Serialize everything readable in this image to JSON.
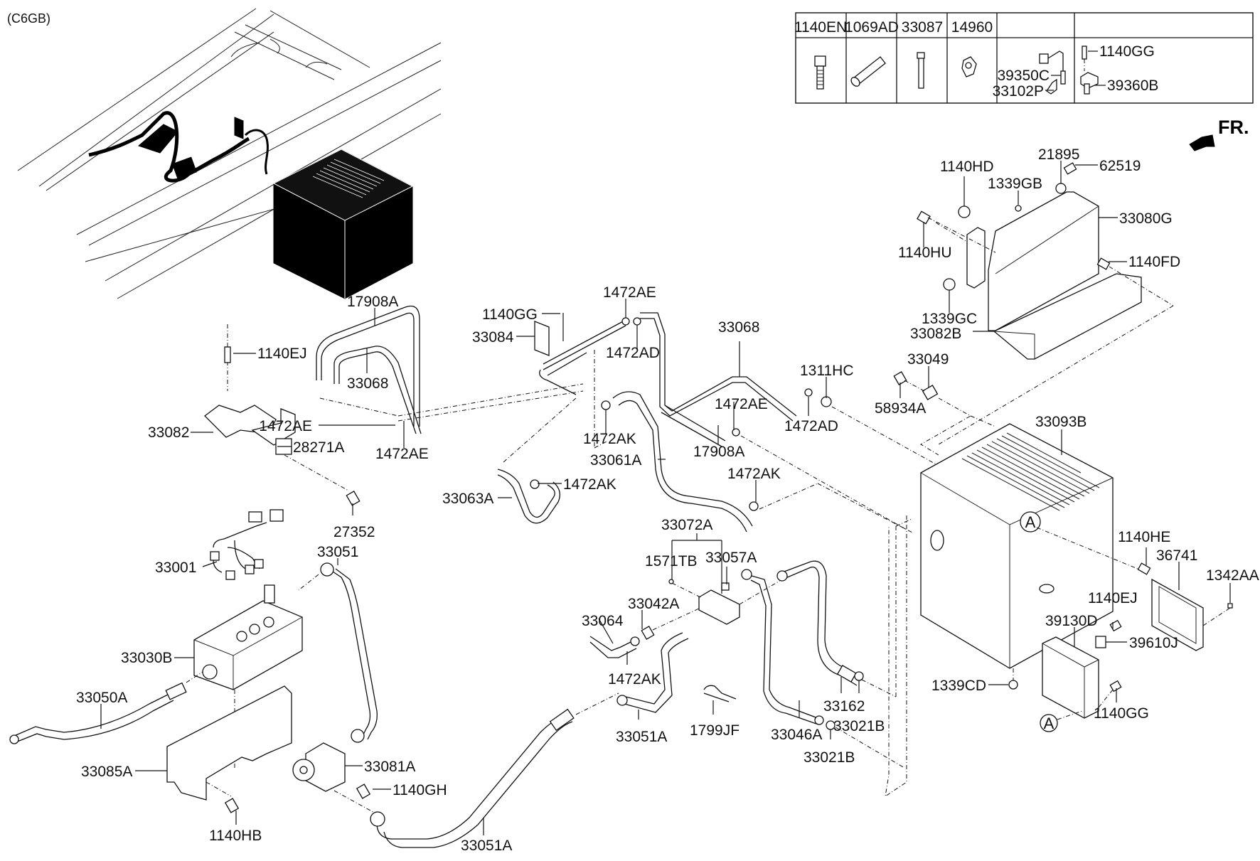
{
  "diagram": {
    "variant_label": "(C6GB)",
    "direction_label": "FR.",
    "callout_letter": "A",
    "legend_table": {
      "headers": [
        "1140EN",
        "1069AD",
        "33087",
        "14960",
        "",
        ""
      ],
      "cell5_labels": [
        "39350C",
        "33102P"
      ],
      "cell6_labels": [
        "1140GG",
        "39360B"
      ]
    },
    "part_labels": [
      {
        "id": "p17908A_top",
        "text": "17908A"
      },
      {
        "id": "p1140EJ_left",
        "text": "1140EJ"
      },
      {
        "id": "p33068_left",
        "text": "33068"
      },
      {
        "id": "p33082",
        "text": "33082"
      },
      {
        "id": "p1472AE_a",
        "text": "1472AE"
      },
      {
        "id": "p28271A",
        "text": "28271A"
      },
      {
        "id": "p1472AE_b",
        "text": "1472AE"
      },
      {
        "id": "p27352",
        "text": "27352"
      },
      {
        "id": "p33001",
        "text": "33001"
      },
      {
        "id": "p33051",
        "text": "33051"
      },
      {
        "id": "p33030B",
        "text": "33030B"
      },
      {
        "id": "p33050A",
        "text": "33050A"
      },
      {
        "id": "p33085A",
        "text": "33085A"
      },
      {
        "id": "p1140HB",
        "text": "1140HB"
      },
      {
        "id": "p33081A",
        "text": "33081A"
      },
      {
        "id": "p1140GH",
        "text": "1140GH"
      },
      {
        "id": "p33051A_bottom",
        "text": "33051A"
      },
      {
        "id": "p1140GG_mid",
        "text": "1140GG"
      },
      {
        "id": "p33084",
        "text": "33084"
      },
      {
        "id": "p1472AE_c",
        "text": "1472AE"
      },
      {
        "id": "p1472AD_a",
        "text": "1472AD"
      },
      {
        "id": "p33068_mid",
        "text": "33068"
      },
      {
        "id": "p1472AK_a",
        "text": "1472AK"
      },
      {
        "id": "p33061A",
        "text": "33061A"
      },
      {
        "id": "p1472AK_b",
        "text": "1472AK"
      },
      {
        "id": "p33063A",
        "text": "33063A"
      },
      {
        "id": "p1472AE_d",
        "text": "1472AE"
      },
      {
        "id": "p17908A_mid",
        "text": "17908A"
      },
      {
        "id": "p1472AK_c",
        "text": "1472AK"
      },
      {
        "id": "p1311HC",
        "text": "1311HC"
      },
      {
        "id": "p1472AD_b",
        "text": "1472AD"
      },
      {
        "id": "p33049",
        "text": "33049"
      },
      {
        "id": "p58934A",
        "text": "58934A"
      },
      {
        "id": "p33072A",
        "text": "33072A"
      },
      {
        "id": "p1571TB",
        "text": "1571TB"
      },
      {
        "id": "p33057A",
        "text": "33057A"
      },
      {
        "id": "p33042A",
        "text": "33042A"
      },
      {
        "id": "p33064",
        "text": "33064"
      },
      {
        "id": "p1472AK_d",
        "text": "1472AK"
      },
      {
        "id": "p33051A_mid",
        "text": "33051A"
      },
      {
        "id": "p1799JF",
        "text": "1799JF"
      },
      {
        "id": "p33162",
        "text": "33162"
      },
      {
        "id": "p33021B_a",
        "text": "33021B"
      },
      {
        "id": "p33046A",
        "text": "33046A"
      },
      {
        "id": "p33021B_b",
        "text": "33021B"
      },
      {
        "id": "p1140HD",
        "text": "1140HD"
      },
      {
        "id": "p21895",
        "text": "21895"
      },
      {
        "id": "p62519",
        "text": "62519"
      },
      {
        "id": "p1339GB",
        "text": "1339GB"
      },
      {
        "id": "p33080G",
        "text": "33080G"
      },
      {
        "id": "p1140HU",
        "text": "1140HU"
      },
      {
        "id": "p1140FD",
        "text": "1140FD"
      },
      {
        "id": "p1339GC",
        "text": "1339GC"
      },
      {
        "id": "p33082B",
        "text": "33082B"
      },
      {
        "id": "p33093B",
        "text": "33093B"
      },
      {
        "id": "p1140HE",
        "text": "1140HE"
      },
      {
        "id": "p36741",
        "text": "36741"
      },
      {
        "id": "p1342AA",
        "text": "1342AA"
      },
      {
        "id": "p1140EJ_right",
        "text": "1140EJ"
      },
      {
        "id": "p39130D",
        "text": "39130D"
      },
      {
        "id": "p39610J",
        "text": "39610J"
      },
      {
        "id": "p1339CD",
        "text": "1339CD"
      },
      {
        "id": "p1140GG_right",
        "text": "1140GG"
      }
    ]
  }
}
